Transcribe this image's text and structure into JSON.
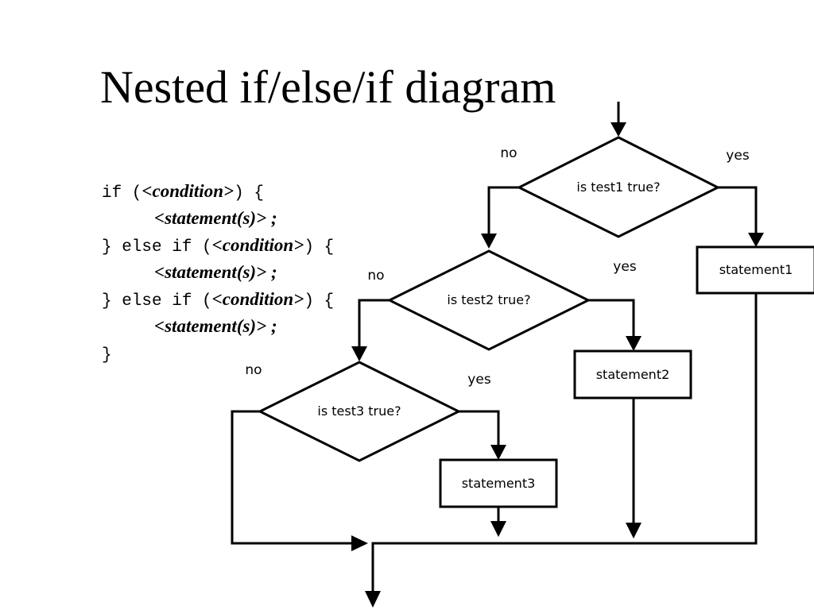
{
  "title": "Nested if/else/if diagram",
  "code": {
    "if_kw": "if (",
    "else_if_kw": "} else if (",
    "condition": "<condition>",
    "open_brace": ") {",
    "statement": "<statement(s)> ;",
    "close_brace": "}"
  },
  "flowchart": {
    "decisions": [
      {
        "text": "is test1 true?",
        "yes": "yes",
        "no": "no"
      },
      {
        "text": "is test2 true?",
        "yes": "yes",
        "no": "no"
      },
      {
        "text": "is test3 true?",
        "yes": "yes",
        "no": "no"
      }
    ],
    "statements": [
      "statement1",
      "statement2",
      "statement3"
    ]
  }
}
